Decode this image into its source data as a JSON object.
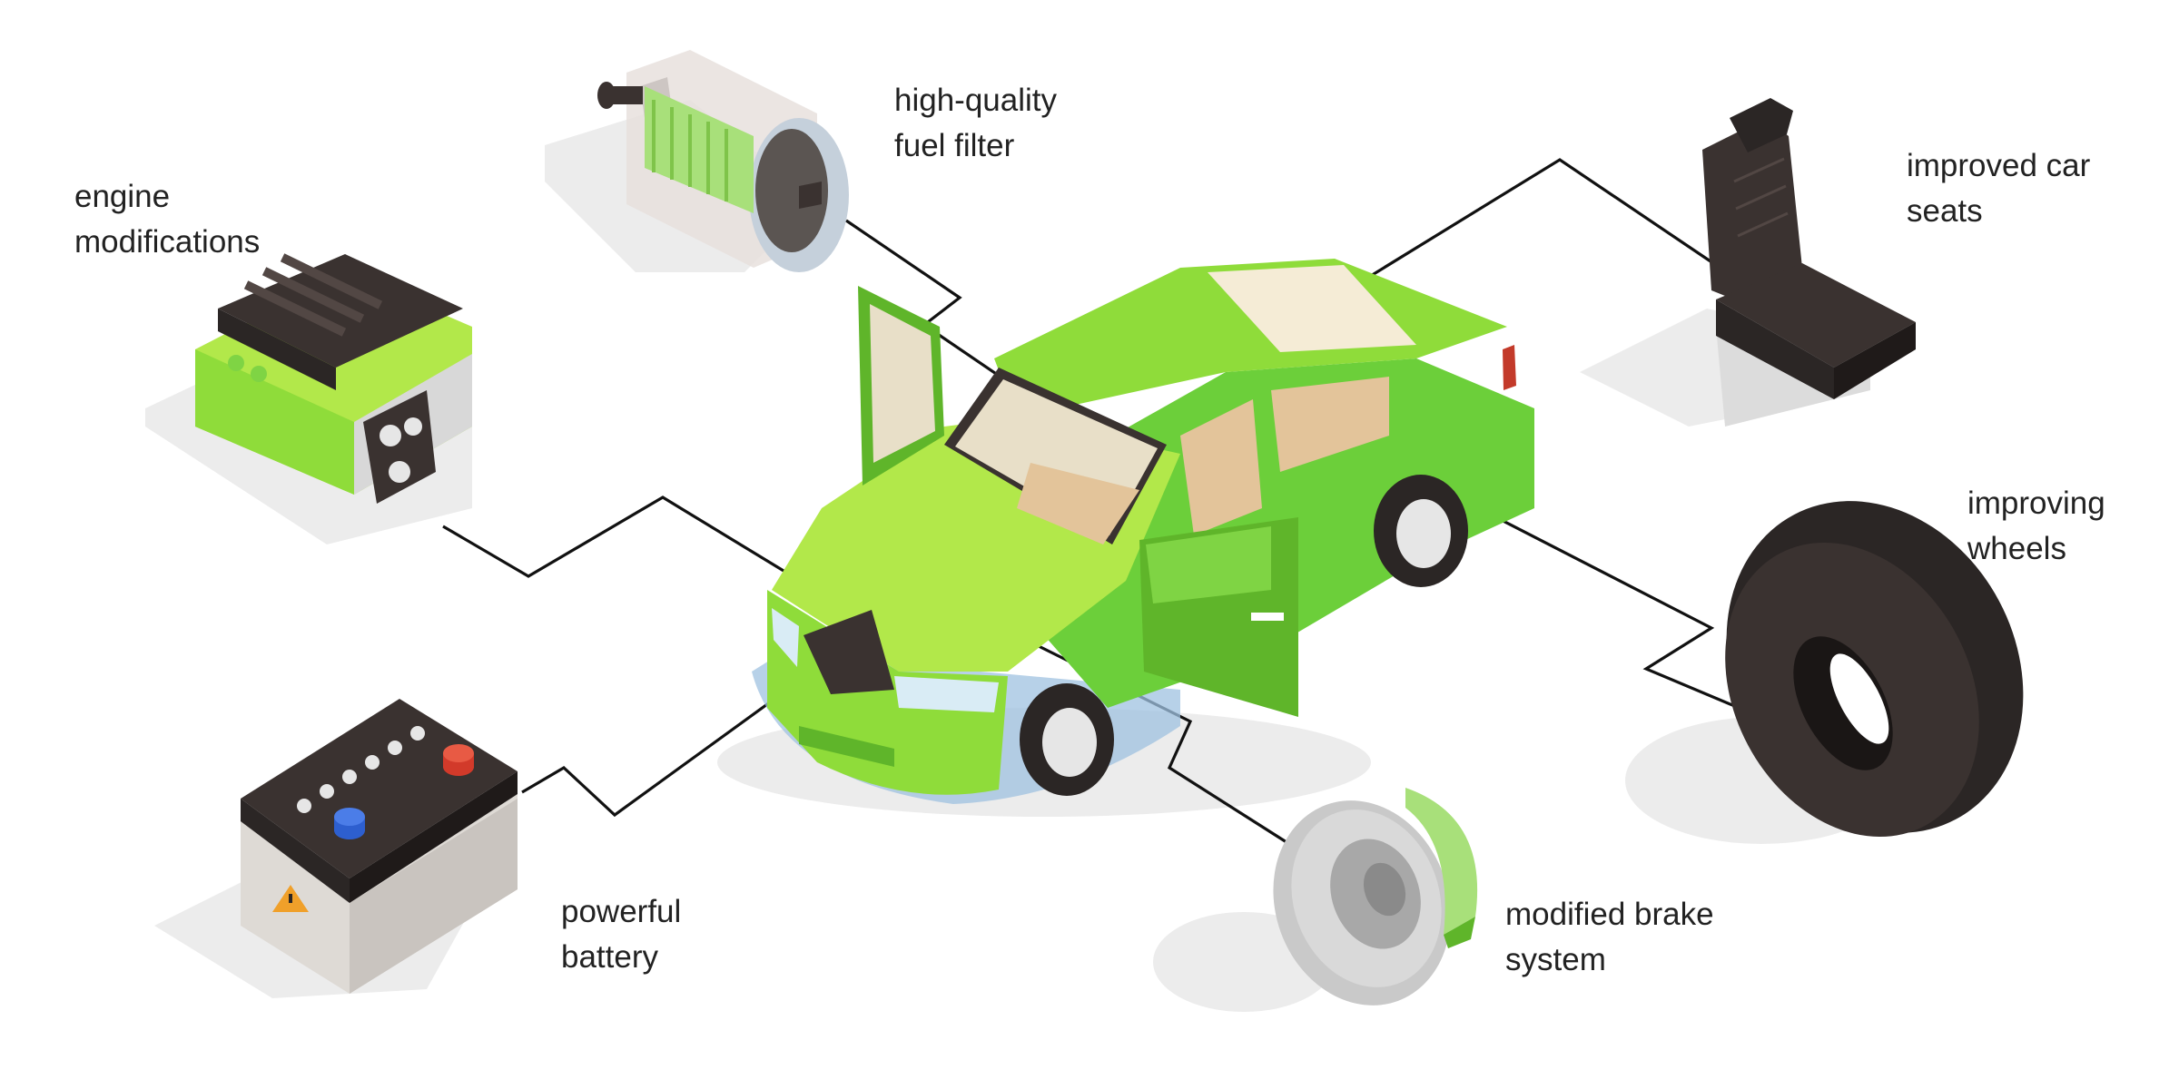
{
  "diagram": {
    "labels": {
      "engine": {
        "line1": "engine",
        "line2": "modifications"
      },
      "fuel_filter": {
        "line1": "high-quality",
        "line2": "fuel filter"
      },
      "seats": {
        "line1": "improved car",
        "line2": "seats"
      },
      "wheels": {
        "line1": "improving",
        "line2": "wheels"
      },
      "brakes": {
        "line1": "modified brake",
        "line2": "system"
      },
      "battery": {
        "line1": "powerful",
        "line2": "battery"
      }
    },
    "colors": {
      "car_body": "#8fdc3a",
      "car_body_dark": "#5fb52a",
      "car_body_light": "#b2e84a",
      "interior": "#e3c49a",
      "dark_part": "#3a3230",
      "tire": "#2b2625",
      "metal": "#c9c9c9",
      "shadow": "#ececec",
      "connector": "#111111",
      "battery_plus": "#d23a2a",
      "battery_minus": "#2d5fcf",
      "warning": "#f0a02a"
    },
    "icons": [
      "car-icon",
      "engine-icon",
      "fuel-filter-icon",
      "car-seat-icon",
      "tire-icon",
      "brake-disc-icon",
      "battery-icon",
      "warning-icon"
    ]
  }
}
